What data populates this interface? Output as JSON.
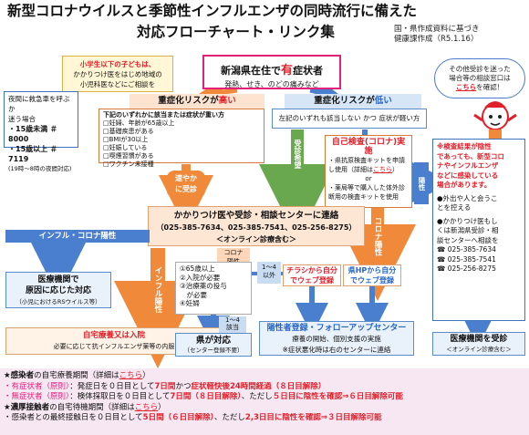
{
  "title": {
    "line1": "新型コロナウイルスと季節性インフルエンザの同時流行に備えた",
    "line2": "対応フローチャート・リンク集",
    "credit1": "国・県作成資料に基づき",
    "credit2": "健康課作成（R5.1.16）"
  },
  "note_left": {
    "l1": "小学生以下の子どもは、",
    "l2": "かかりつけ医をはじめ地域の",
    "l3": "小児科医などにご相談を"
  },
  "main_box": {
    "l1a": "新潟県在住で",
    "l1b": "有",
    "l1c": "症状者",
    "l2": "発熱、せき、のどの痛みなど"
  },
  "right_bubble": {
    "l1": "その他受診を迷った",
    "l2": "場合等の相談窓口は",
    "link": "こちら",
    "l3": "を確認！"
  },
  "emergency": {
    "l1": "夜間に救急車を呼ぶか",
    "l2": "迷う場合",
    "l3": "・15歳未満 ＃8000",
    "l4": "・15歳以上 ＃7119",
    "l5": "(19時～8時の夜間対応)"
  },
  "high_risk": {
    "head_a": "重症化リスクが",
    "head_b": "高い",
    "l0": "下記のいずれかに該当または症状が重い方",
    "items": [
      "□妊婦、年齢が65歳以上",
      "□基礎疾患がある",
      "□BMIが30以上",
      "□妊娠している",
      "□喫煙習慣がある",
      "□ワクチン未接種"
    ]
  },
  "low_risk": {
    "head_a": "重症化リスクが",
    "head_b": "低い",
    "l0": "左記のいずれも該当しない かつ 症状が軽い方"
  },
  "fast": {
    "l1": "速やか",
    "l2": "に受診"
  },
  "consult": {
    "l1": "かかりつけ医や受診・相談センターに連絡",
    "l2": "（025-385-7634、025-385-7541、025-256-8275）",
    "l3": "＜オンライン診療含む＞"
  },
  "covid_pos": {
    "l1": "コロナ",
    "l2": "陽性"
  },
  "inf_bar": "インフル・コロナ陽性",
  "med_inst": {
    "l1": "医療機関で",
    "l2": "原因に応じた対応",
    "l3": "（小児におけるRSウイルス等）"
  },
  "homecare": {
    "l1": "自宅療養又は入院",
    "l2": "必要に応じて抗インフルエンザ薬等の内服"
  },
  "infl_vert": "インフル陽性",
  "cond": {
    "items": [
      "①65歳以上",
      "②入院が必要",
      "③治療薬の投与",
      "　が必要",
      "④妊婦"
    ]
  },
  "ken": {
    "l1": "県が対応",
    "l2": "（センター登録不要）"
  },
  "days1": {
    "l1": "1～4",
    "l2": "以外"
  },
  "days2": {
    "l1": "1～4",
    "l2": "該当"
  },
  "reg1": {
    "l1": "チラシから自分",
    "l2": "でウェブ登録"
  },
  "reg2": {
    "l1": "県HPから自分",
    "l2": "でウェブ登録"
  },
  "followup": {
    "h": "陽性者登録・フォローアップセンター",
    "l1": "療養の開始、個別支援の実施",
    "l2": "※症状悪化時は右のセンターに連絡"
  },
  "visit_vert": "受診希望",
  "self_check": {
    "h": "自己検査(コロナ)実施",
    "l1": "・県抗原検査キットを申請",
    "l2": "し使用（詳細は",
    "link": "こちら",
    "l2b": "）",
    "l3": "or",
    "l4": "・薬局等で購入した体外診",
    "l5": "断用の検査キットを使用"
  },
  "pos_vert": "陽性",
  "cor_vert": "コロナ陽性",
  "right_panel": {
    "h1": "※検査結果が陰性",
    "h2": "であっても、新型コロ",
    "h3": "ナやインフルエンザ",
    "h4": "などに感染している",
    "h5": "場合があります。",
    "b1": "●外出や人と会うこ",
    "b2": "とを控える",
    "b3": "●かかりつけ医もし",
    "b4": "くは新潟県受診・相",
    "b5": "談センターへ相談を",
    "p1": "☎ 025-385-7634",
    "p2": "☎ 025-385-7541",
    "p3": "☎ 025-256-8275"
  },
  "visit_med": {
    "l1": "医療機関を受診",
    "l2": "＜オンライン診療含む＞"
  },
  "bottom": {
    "r1a": "★感染者",
    "r1b": "の自宅療養期間（詳細は",
    "r1link": "こちら",
    "r1c": "）",
    "r2a": "・有症状者（原則）",
    "r2b": "：発症日を０日目として",
    "r2c": "7日間",
    "r2d": "かつ",
    "r2e": "症状軽快後24時間経過（８日目解除）",
    "r3a": "・無症状者（原則）",
    "r3b": "：検体採取日を０日目として",
    "r3c": "7日間（８日目解除）",
    "r3d": "、ただし",
    "r3e": "５日目に陰性を確認⇒６日目解除可能",
    "r4a": "★濃厚接触者",
    "r4b": "の自宅待機期間（詳細は",
    "r4link": "こちら",
    "r4c": "）",
    "r5a": "・感染者との最終接触日を０日目として",
    "r5b": "5日間（６日目解除）",
    "r5c": "、ただし",
    "r5d": "2,3日目に陰性を確認⇒３日目解除可能"
  },
  "colors": {
    "accent_orange": "#f08a3a",
    "accent_blue": "#4a7fcf",
    "accent_red": "#e0202a",
    "accent_pink": "#e3207a"
  }
}
